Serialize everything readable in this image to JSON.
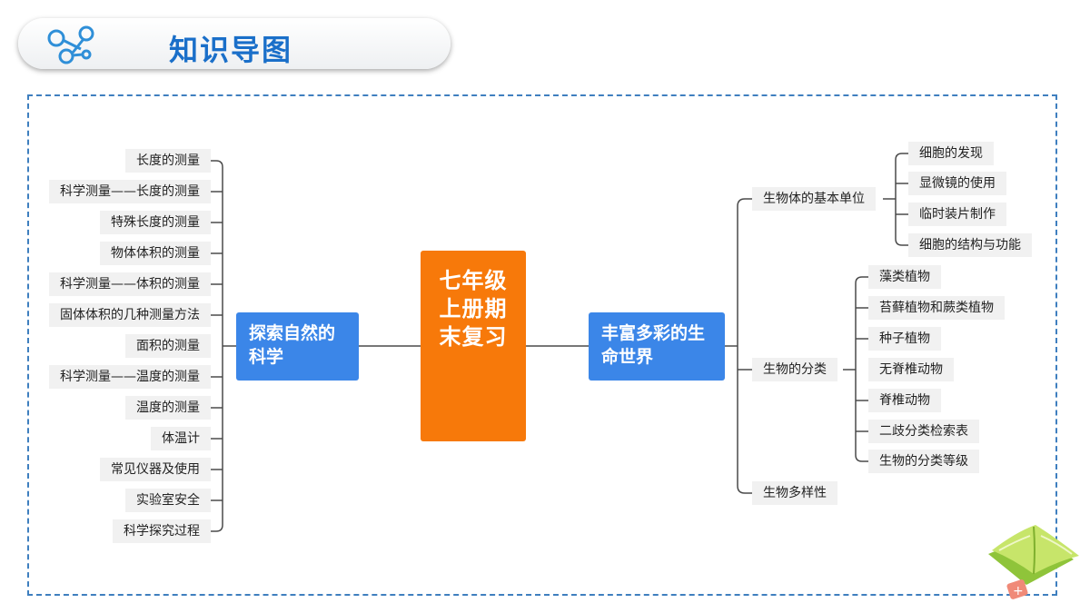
{
  "header": {
    "title": "知识导图"
  },
  "center": {
    "label": "七年级上册期末复习"
  },
  "left": {
    "branch": "探索自然的科学",
    "items": [
      "长度的测量",
      "科学测量——长度的测量",
      "特殊长度的测量",
      "物体体积的测量",
      "科学测量——体积的测量",
      "固体体积的几种测量方法",
      "面积的测量",
      "科学测量——温度的测量",
      "温度的测量",
      "体温计",
      "常见仪器及使用",
      "实验室安全",
      "科学探究过程"
    ]
  },
  "right": {
    "branch": "丰富多彩的生命世界",
    "groups": [
      {
        "label": "生物体的基本单位",
        "children": [
          "细胞的发现",
          "显微镜的使用",
          "临时装片制作",
          "细胞的结构与功能"
        ]
      },
      {
        "label": "生物的分类",
        "children": [
          "藻类植物",
          "苔藓植物和蕨类植物",
          "种子植物",
          "无脊椎动物",
          "脊椎动物",
          "二歧分类检索表",
          "生物的分类等级"
        ]
      },
      {
        "label": "生物多样性",
        "children": []
      }
    ]
  },
  "colors": {
    "accent_blue": "#3b86e8",
    "accent_orange": "#f7790a",
    "title_blue": "#1a6fc9"
  }
}
